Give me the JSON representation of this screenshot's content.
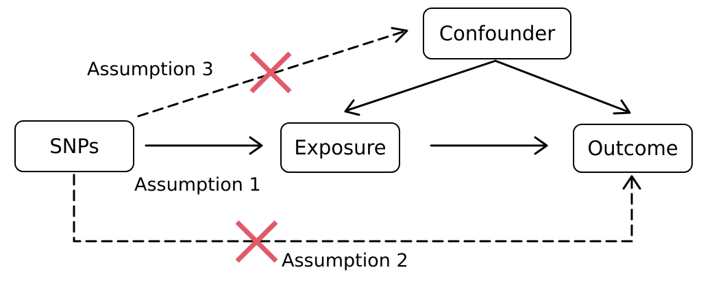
{
  "nodes": {
    "snps": "SNPs",
    "exposure": "Exposure",
    "outcome": "Outcome",
    "confounder": "Confounder"
  },
  "labels": {
    "assumption_1": "Assumption 1",
    "assumption_2": "Assumption 2",
    "assumption_3": "Assumption 3"
  },
  "colors": {
    "line": "#000000",
    "cross": "#e05a6a",
    "background": "#ffffff"
  },
  "edges": [
    {
      "from": "SNPs",
      "to": "Exposure",
      "style": "solid"
    },
    {
      "from": "Exposure",
      "to": "Outcome",
      "style": "solid"
    },
    {
      "from": "Confounder",
      "to": "Exposure",
      "style": "solid"
    },
    {
      "from": "Confounder",
      "to": "Outcome",
      "style": "solid"
    },
    {
      "from": "SNPs",
      "to": "Confounder",
      "style": "dashed",
      "crossed": true
    },
    {
      "from": "SNPs",
      "to": "Outcome",
      "style": "dashed",
      "crossed": true
    }
  ]
}
